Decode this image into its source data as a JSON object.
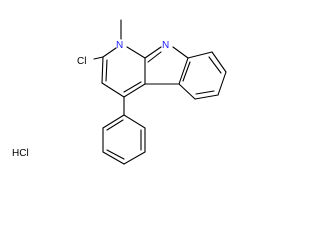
{
  "molecule": {
    "atoms": {
      "cl": "Cl",
      "n_pyridine": "N",
      "n_indole": "N"
    },
    "salt": "HCl"
  },
  "colors": {
    "bond": "#000000",
    "nitrogen": "#2020ff",
    "chlorine": "#000000"
  }
}
